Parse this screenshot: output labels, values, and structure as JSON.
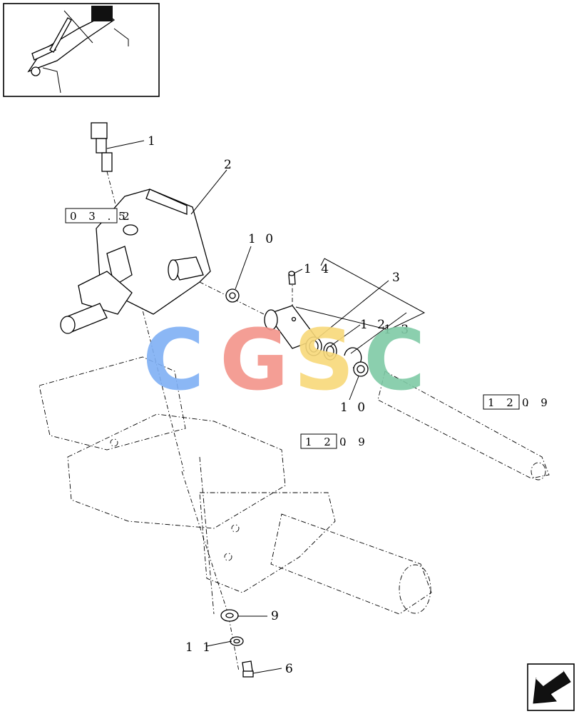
{
  "callouts": {
    "c1": "1",
    "c2": "2",
    "c3": "3",
    "c6": "6",
    "c9": "9",
    "c10a": "1 0",
    "c10b": "1 0",
    "c11": "1 1",
    "c12": "1 2",
    "c13": "1 3",
    "c14": "1 4"
  },
  "refs": {
    "r1_box": "0 3 . 2",
    "r1_tail": "5",
    "r2_box": "1 2 .",
    "r2_tail": "0 9",
    "r3_box": "1 2 .",
    "r3_tail": "0 9"
  },
  "watermark": {
    "letters": [
      "C",
      "G",
      "S",
      "C"
    ],
    "colors": [
      "#7fb0f5",
      "#f3948a",
      "#f8d97a",
      "#7fcaa6"
    ]
  },
  "colors": {
    "line": "#000000",
    "background": "#ffffff"
  },
  "icons": {
    "thumbnail": "tractor-lift-assembly-thumbnail",
    "nav": "arrow-back-icon"
  }
}
